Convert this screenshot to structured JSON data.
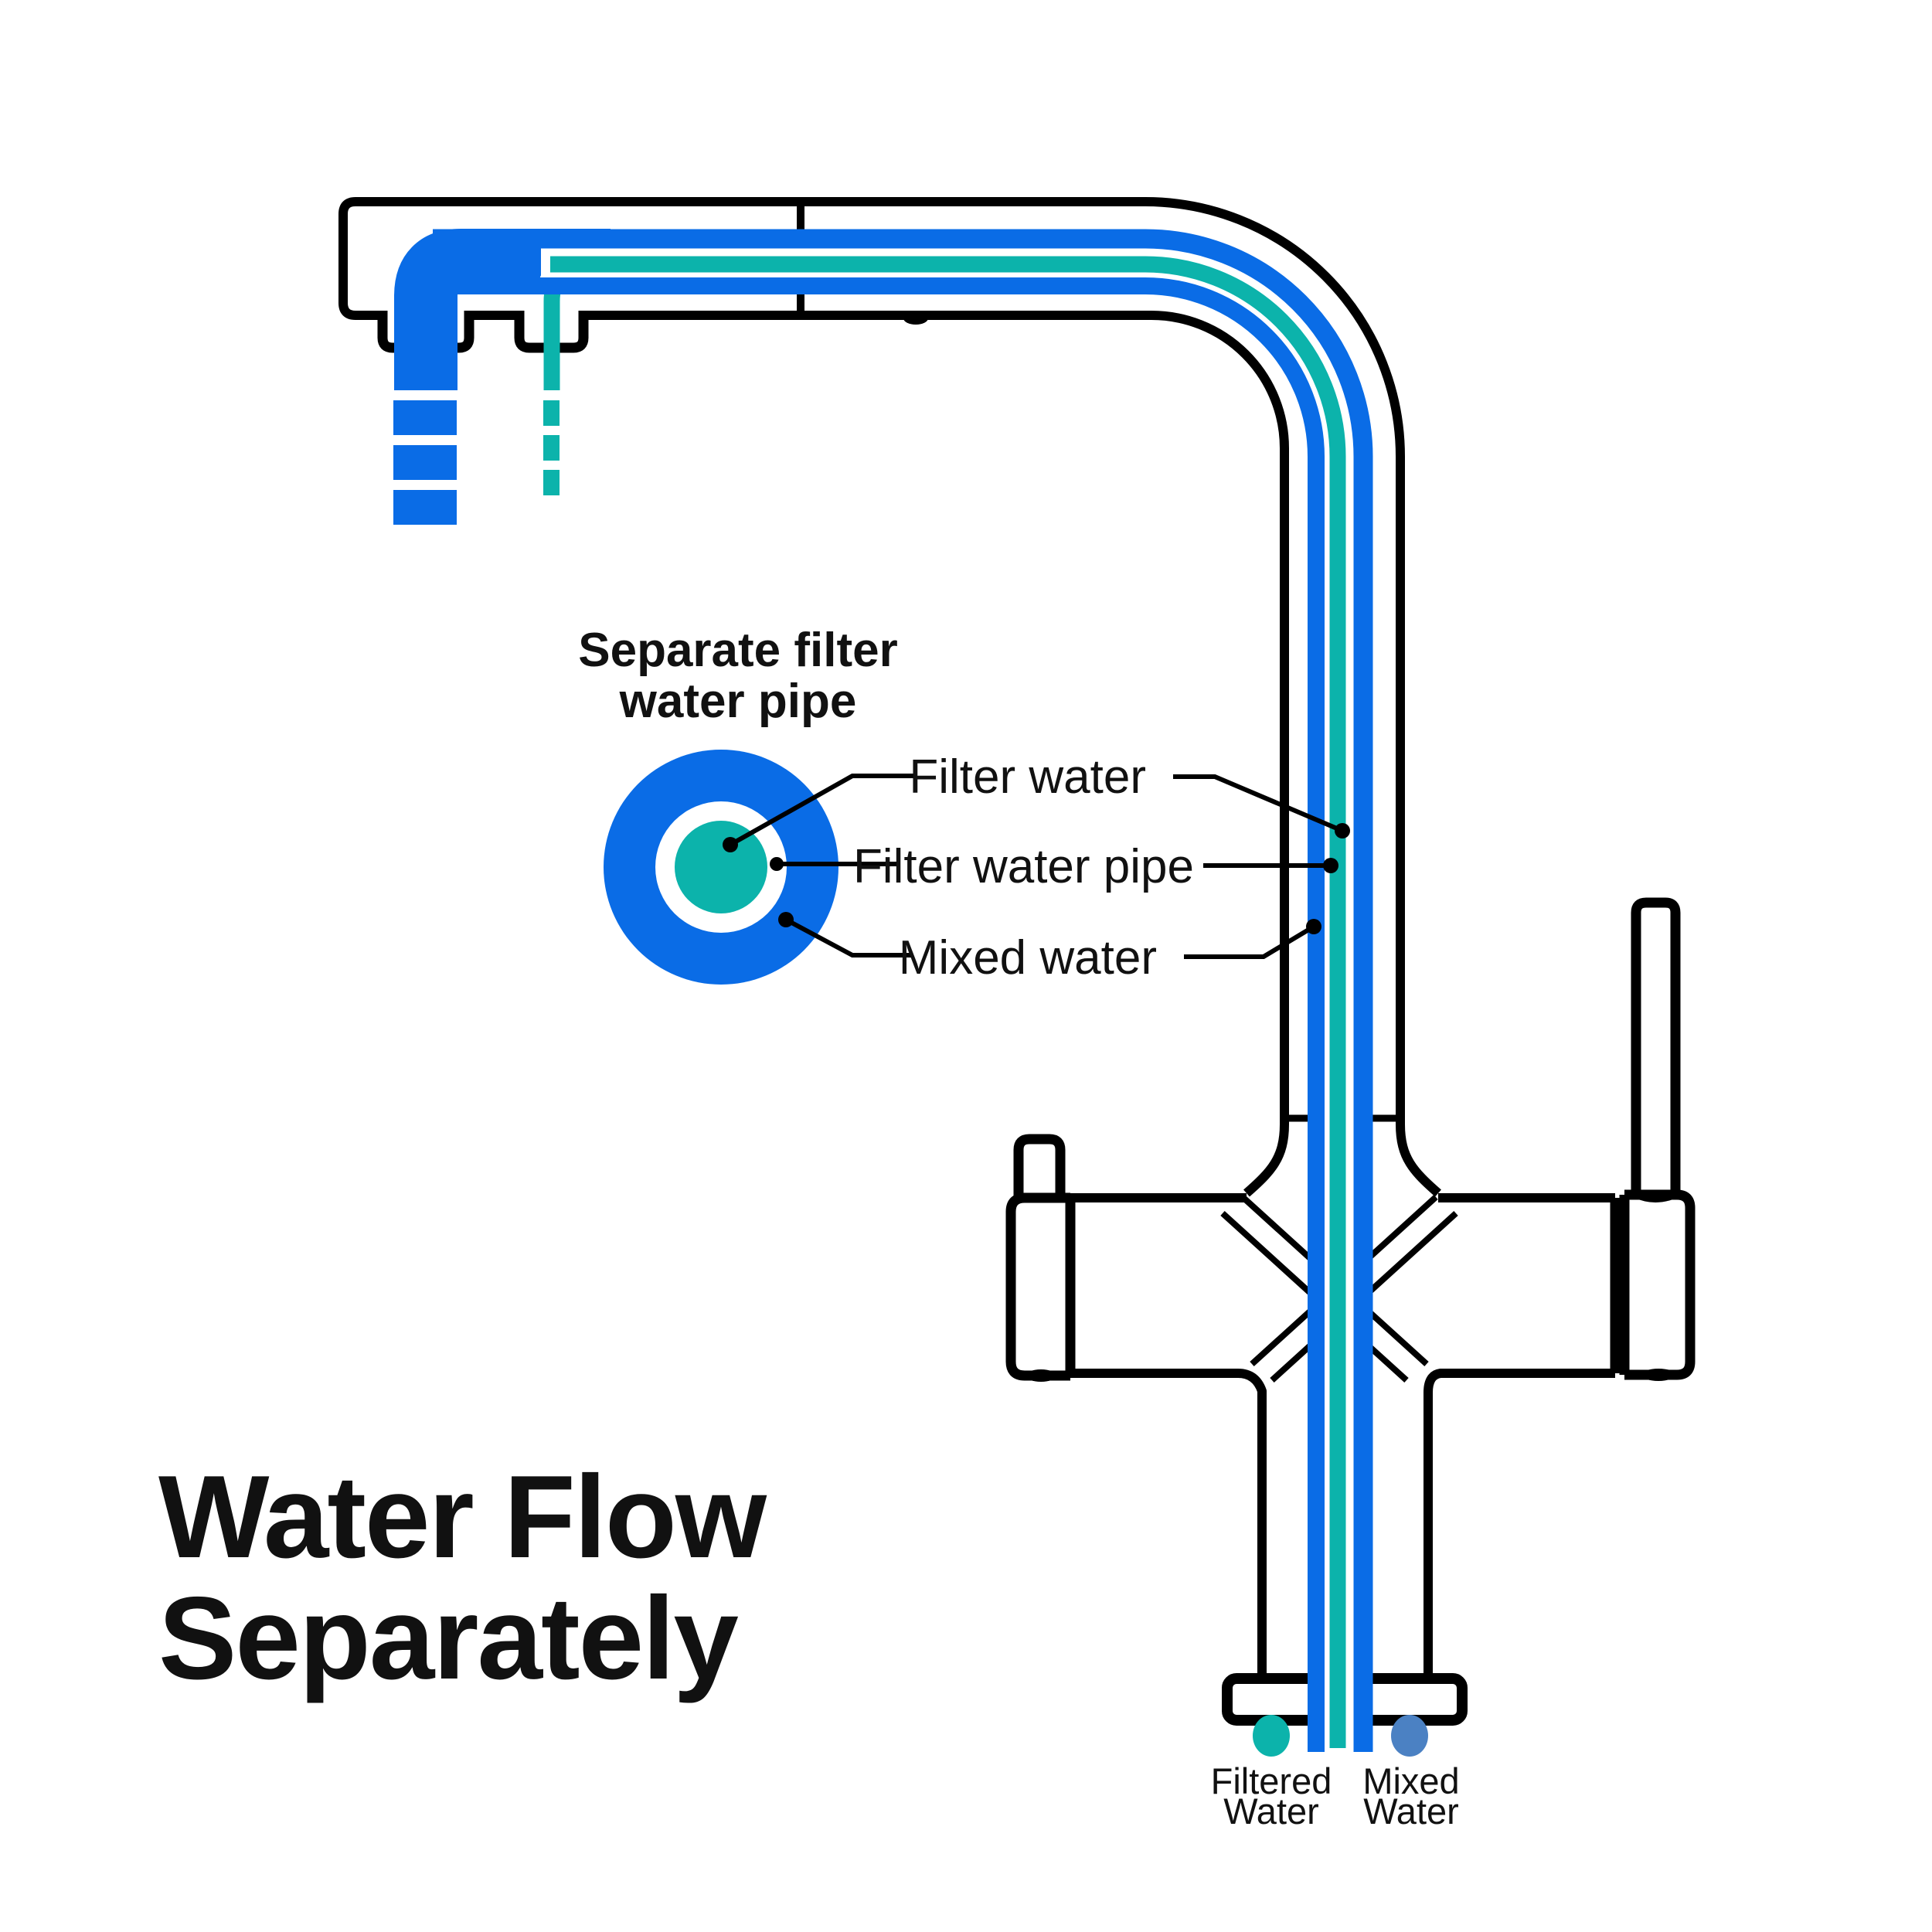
{
  "title": {
    "line1": "Water Flow",
    "line2": "Separately"
  },
  "diagram_label": {
    "line1": "Separate filter",
    "line2": "water pipe"
  },
  "callouts": {
    "filter_water": "Filter water",
    "filter_water_pipe": "Filter water pipe",
    "mixed_water": "Mixed water"
  },
  "legend": {
    "filtered": {
      "line1": "Filtered",
      "line2": "Water",
      "color": "#0cb3ab"
    },
    "mixed": {
      "line1": "Mixed",
      "line2": "Water",
      "color": "#4b81c3"
    }
  },
  "colors": {
    "mixed_water_pipe": "#0a6ce6",
    "filtered_water_pipe": "#0cb3ab",
    "outline": "#000000"
  }
}
